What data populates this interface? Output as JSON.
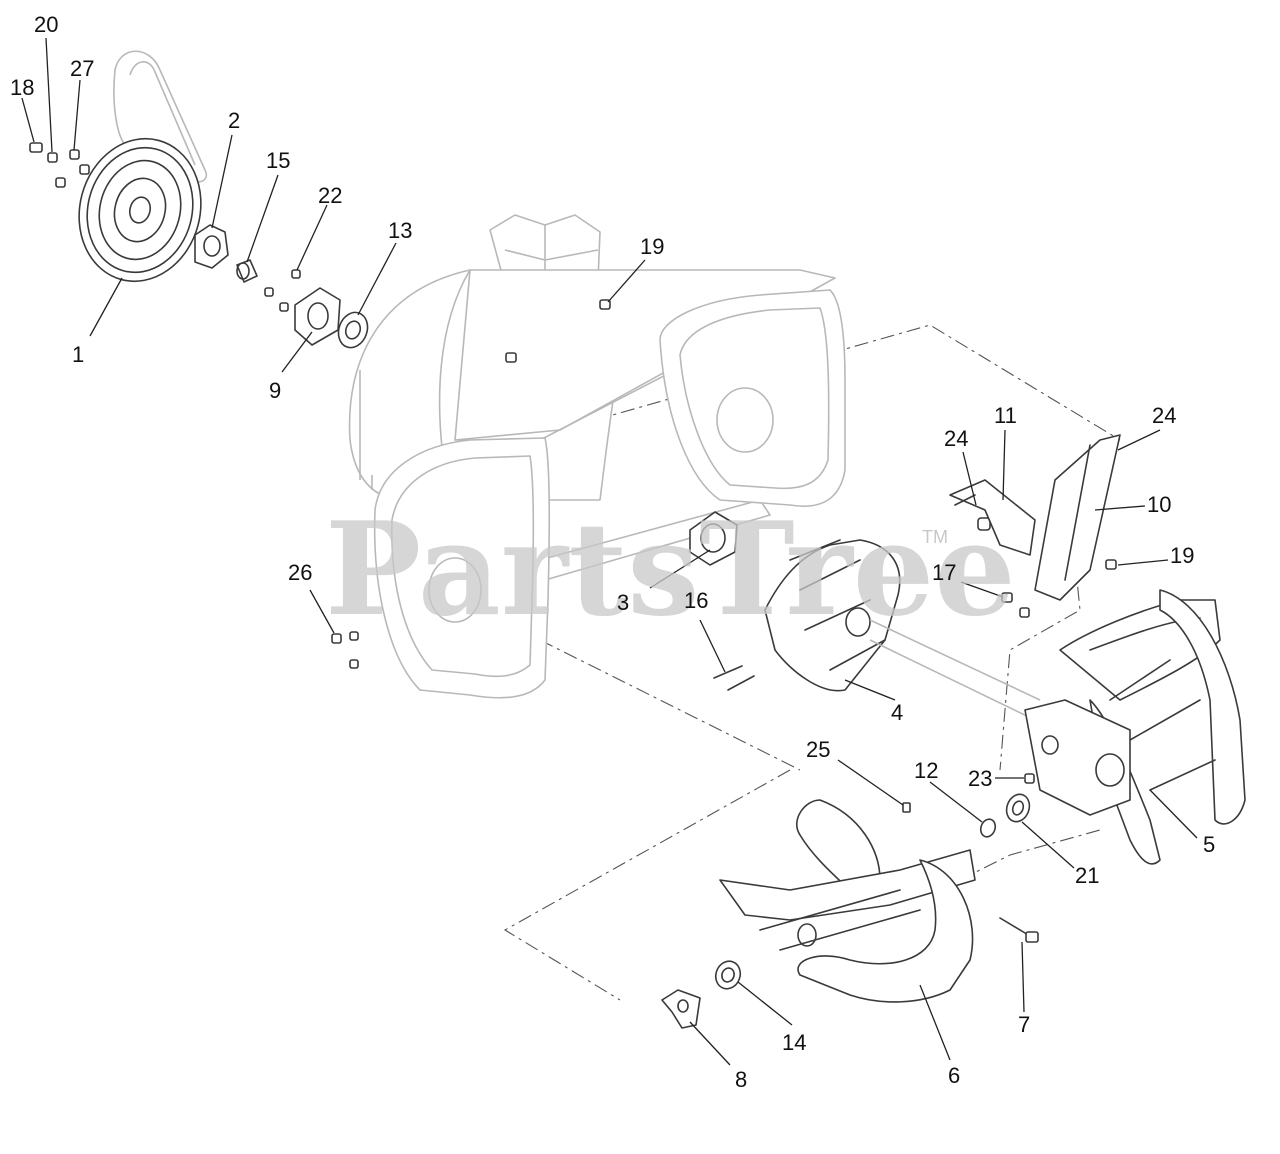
{
  "watermark": {
    "brand": "PartsTree",
    "tm": "TM"
  },
  "callouts": {
    "c1": "1",
    "c2": "2",
    "c3": "3",
    "c4": "4",
    "c5": "5",
    "c6": "6",
    "c7": "7",
    "c8": "8",
    "c9": "9",
    "c10": "10",
    "c11": "11",
    "c12": "12",
    "c13": "13",
    "c14": "14",
    "c15": "15",
    "c16": "16",
    "c17": "17",
    "c18": "18",
    "c19a": "19",
    "c19b": "19",
    "c20": "20",
    "c21": "21",
    "c22": "22",
    "c23": "23",
    "c24a": "24",
    "c24b": "24",
    "c25": "25",
    "c26": "26",
    "c27": "27"
  },
  "colors": {
    "line": "#3a3a3a",
    "ghost_line": "#b8b8b8",
    "watermark": "#c8c8c8",
    "background": "#ffffff"
  }
}
